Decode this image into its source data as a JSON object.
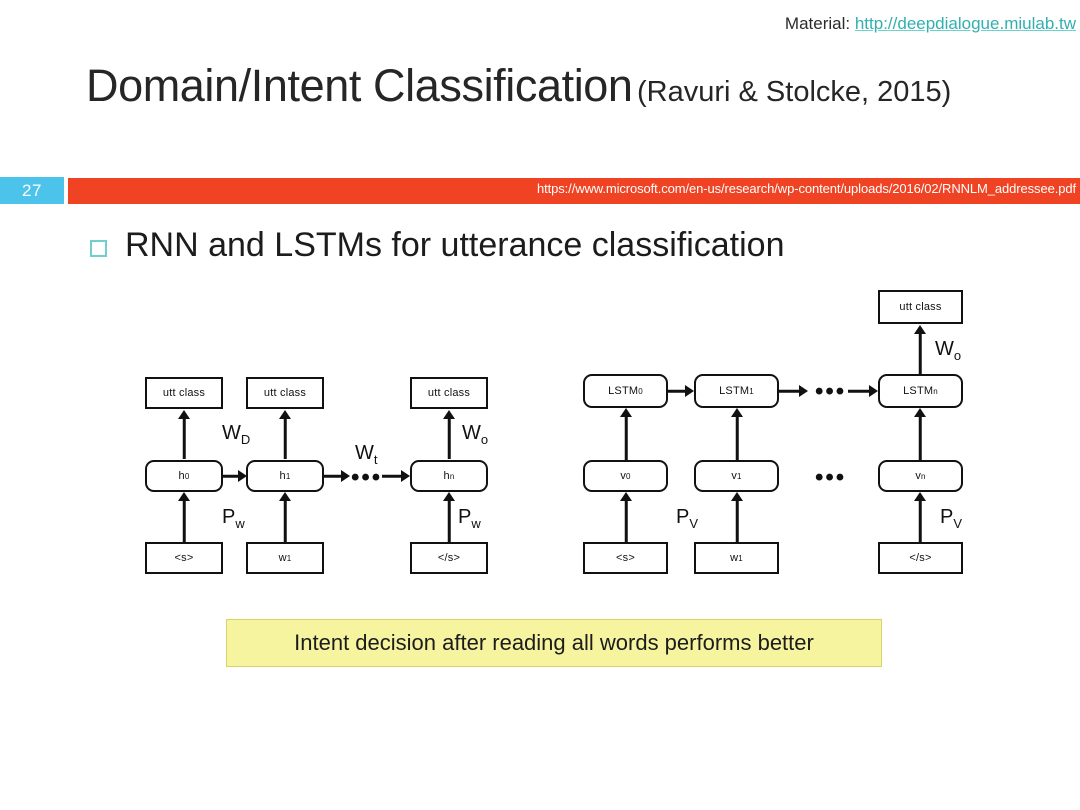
{
  "header": {
    "material_label": "Material:",
    "material_url": "http://deepdialogue.miulab.tw"
  },
  "slide": {
    "title_main": "Domain/Intent Classification",
    "title_citation": "(Ravuri & Stolcke, 2015)",
    "page_number": "27",
    "source_url": "https://www.microsoft.com/en-us/research/wp-content/uploads/2016/02/RNNLM_addressee.pdf",
    "bullet_text": "RNN and LSTMs for utterance classification",
    "callout_text": "Intent decision after reading all words performs better"
  },
  "colors": {
    "badge_blue": "#4cc3ea",
    "bar_red": "#f04323",
    "link_teal": "#31b0b0",
    "bullet_teal": "#6fcfcf",
    "callout_yellow": "#f7f4a0"
  },
  "diagram_left": {
    "name": "RNN utterance classification",
    "output_nodes": [
      "utt class",
      "utt class",
      "utt class"
    ],
    "hidden_nodes": [
      "h0",
      "h1",
      "hn"
    ],
    "input_nodes": [
      "<s>",
      "w1",
      "</s>"
    ],
    "labels": {
      "output_weight_mid": "WD",
      "output_weight_right": "Wo",
      "recurrent_weight": "Wt",
      "input_weight_mid": "Pw",
      "input_weight_right": "Pw"
    },
    "ellipsis": "•••"
  },
  "diagram_right": {
    "name": "LSTM utterance classification",
    "output_nodes": [
      "utt class"
    ],
    "cell_nodes": [
      "LSTM0",
      "LSTM1",
      "LSTMn"
    ],
    "embed_nodes": [
      "v0",
      "v1",
      "vn"
    ],
    "input_nodes": [
      "<s>",
      "w1",
      "</s>"
    ],
    "labels": {
      "output_weight": "Wo",
      "input_weight_mid": "PV",
      "input_weight_right": "PV"
    },
    "ellipsis": "•••"
  }
}
